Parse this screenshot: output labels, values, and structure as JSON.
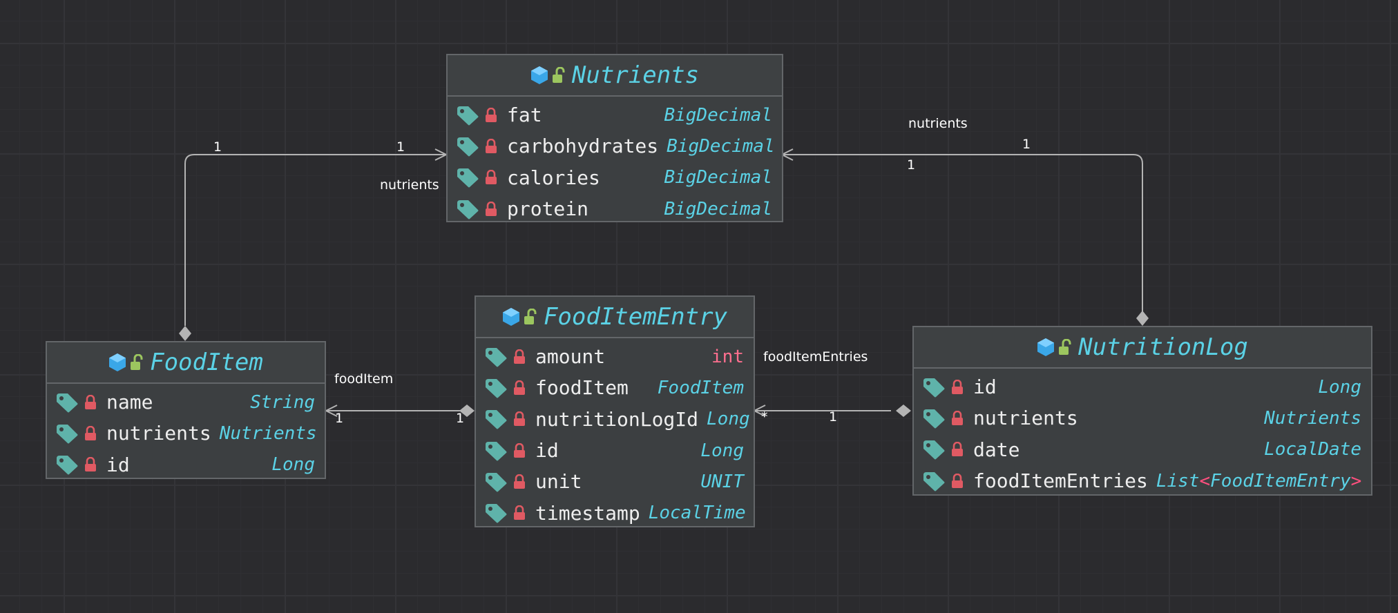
{
  "classes": {
    "nutrients": {
      "name": "Nutrients",
      "fields": [
        {
          "name": "fat",
          "type": "BigDecimal"
        },
        {
          "name": "carbohydrates",
          "type": "BigDecimal"
        },
        {
          "name": "calories",
          "type": "BigDecimal"
        },
        {
          "name": "protein",
          "type": "BigDecimal"
        }
      ]
    },
    "food_item": {
      "name": "FoodItem",
      "fields": [
        {
          "name": "name",
          "type": "String"
        },
        {
          "name": "nutrients",
          "type": "Nutrients"
        },
        {
          "name": "id",
          "type": "Long"
        }
      ]
    },
    "food_item_entry": {
      "name": "FoodItemEntry",
      "fields": [
        {
          "name": "amount",
          "type": "int"
        },
        {
          "name": "foodItem",
          "type": "FoodItem"
        },
        {
          "name": "nutritionLogId",
          "type": "Long"
        },
        {
          "name": "id",
          "type": "Long"
        },
        {
          "name": "unit",
          "type": "UNIT"
        },
        {
          "name": "timestamp",
          "type": "LocalTime"
        }
      ]
    },
    "nutrition_log": {
      "name": "NutritionLog",
      "fields": [
        {
          "name": "id",
          "type": "Long"
        },
        {
          "name": "nutrients",
          "type": "Nutrients"
        },
        {
          "name": "date",
          "type": "LocalDate"
        },
        {
          "name": "foodItemEntries",
          "type_outer": "List",
          "lt": "<",
          "type_inner": "FoodItemEntry",
          "gt": ">"
        }
      ]
    }
  },
  "edges": {
    "fooditem_nutrients": {
      "role": "nutrients",
      "source_mult": "1",
      "target_mult": "1"
    },
    "nutritionlog_nutrients": {
      "role": "nutrients",
      "source_mult": "1",
      "target_mult": "1"
    },
    "entry_fooditem": {
      "role": "foodItem",
      "source_mult": "1",
      "target_mult": "1"
    },
    "nutritionlog_entries": {
      "role": "foodItemEntries",
      "source_mult": "1",
      "target_mult": "*"
    }
  },
  "colors": {
    "background": "#2b2b2e",
    "class_title": "#5bd2e6",
    "field_name": "#eeeeee",
    "type_reference": "#5bd2e6",
    "type_primitive": "#ff6f8f",
    "field_icon": "#5fb3aa",
    "lock_icon": "#e05a63",
    "class_icon": "#3aa7e8",
    "visibility_icon": "#9cc65f",
    "edge": "#b4b4b4"
  }
}
